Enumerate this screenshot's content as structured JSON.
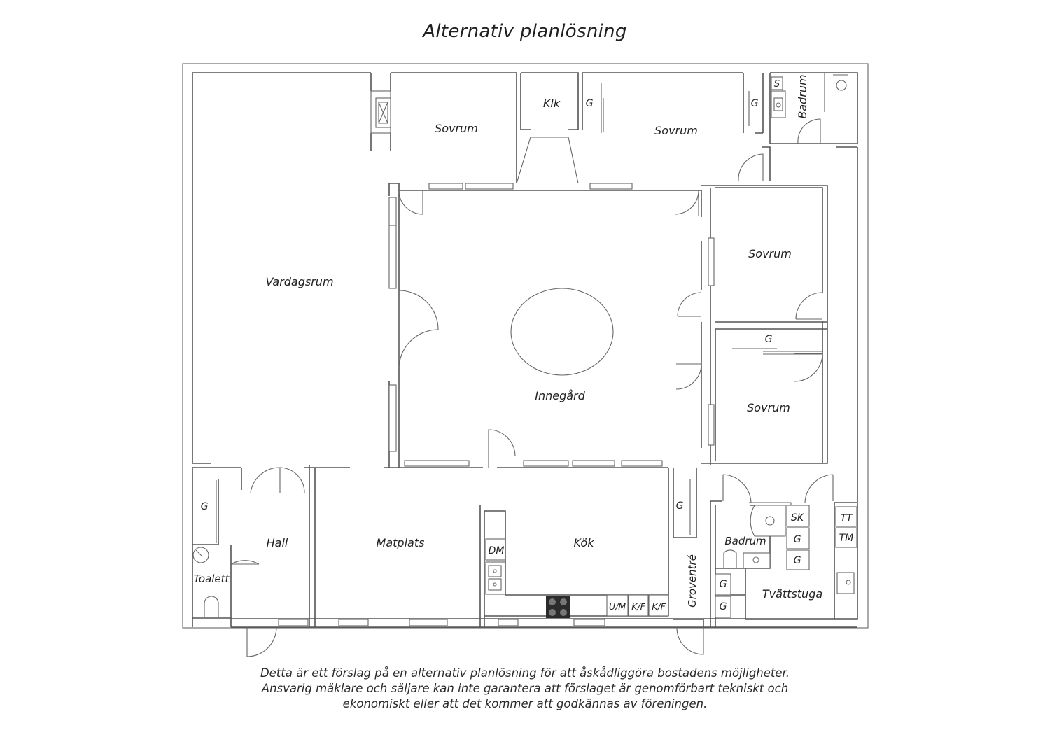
{
  "title": "Alternativ planlösning",
  "rooms": {
    "vardagsrum": "Vardagsrum",
    "sovrum_1": "Sovrum",
    "klk": "Klk",
    "sovrum_2": "Sovrum",
    "badrum_1": "Badrum",
    "innegard": "Innegård",
    "sovrum_3": "Sovrum",
    "sovrum_4": "Sovrum",
    "hall": "Hall",
    "toalett": "Toalett",
    "matplats": "Matplats",
    "kok": "Kök",
    "groventre": "Groventré",
    "badrum_2": "Badrum",
    "tvattstuga": "Tvättstuga"
  },
  "fixture_labels": {
    "g": "G",
    "s": "S",
    "dm": "DM",
    "sk": "SK",
    "tt": "TT",
    "tm": "TM",
    "um": "U/M",
    "kf": "K/F"
  },
  "disclaimer": [
    "Detta är ett förslag på en alternativ planlösning för att åskådliggöra bostadens möjligheter.",
    "Ansvarig mäklare och säljare kan inte garantera att förslaget är genomförbart tekniskt och",
    "ekonomiskt eller att det kommer att godkännas av föreningen."
  ]
}
